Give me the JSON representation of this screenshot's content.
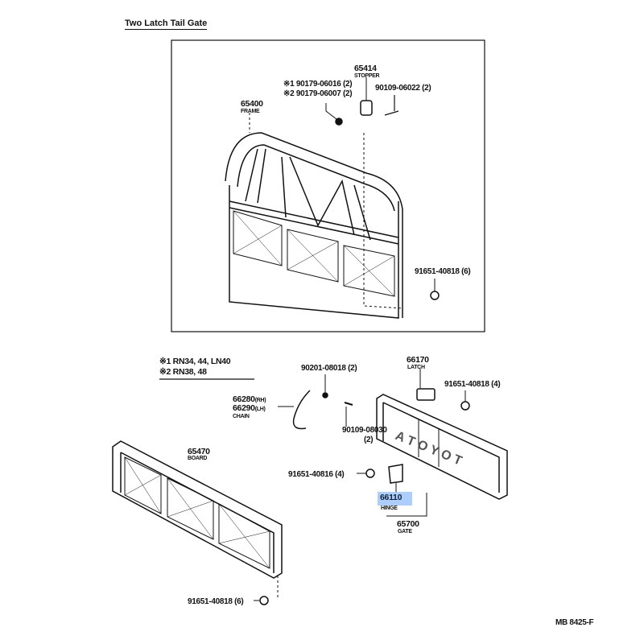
{
  "title": "Two Latch Tail Gate",
  "notes": {
    "note1": "※1 RN34, 44, LN40",
    "note2": "※2 RN38, 48"
  },
  "parts": {
    "stopper_no": "65414",
    "stopper": "STOPPER",
    "bolt1": "※1 90179-06016 (2)",
    "bolt2": "※2 90179-06007 (2)",
    "screw_stopper": "90109-06022 (2)",
    "frame_no": "65400",
    "frame": "FRAME",
    "rivet_frame": "91651-40818 (6)",
    "nut_chain": "90201-08018 (2)",
    "latch_no": "66170",
    "latch": "LATCH",
    "rivet_latch": "91651-40818 (4)",
    "chain_rh": "66280",
    "chain_rh_side": "(RH)",
    "chain_lh": "66290",
    "chain_lh_side": "(LH)",
    "chain": "CHAIN",
    "bolt_chain": "90109-08030",
    "bolt_chain_qty": "(2)",
    "board_no": "65470",
    "board": "BOARD",
    "rivet_hinge": "91651-40816 (4)",
    "hinge_no": "66110",
    "hinge": "HINGE",
    "gate_no": "65700",
    "gate": "GATE",
    "rivet_board": "91651-40818 (6)"
  },
  "figure_code": "MB 8425-F",
  "highlight_color": "#9cc6ff"
}
